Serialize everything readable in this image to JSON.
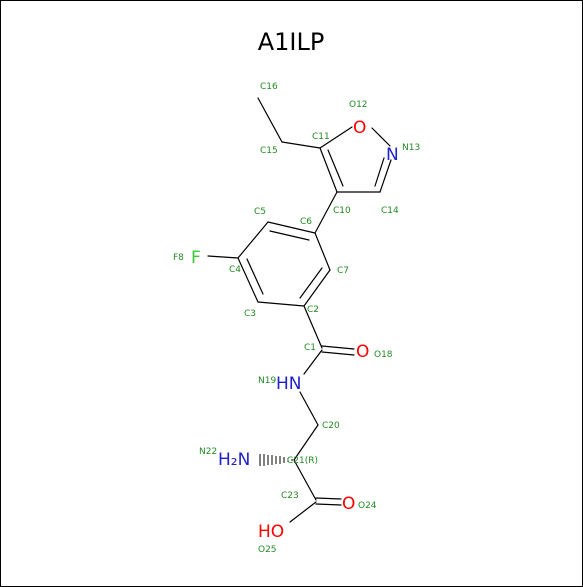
{
  "title": "A1ILP",
  "colors": {
    "carbon_label": "#228B22",
    "oxygen": "#FF0000",
    "nitrogen": "#2020CC",
    "fluorine": "#33CC33",
    "bond": "#000000"
  },
  "atoms": {
    "C1": "C1",
    "C2": "C2",
    "C3": "C3",
    "C4": "C4",
    "C5": "C5",
    "C6": "C6",
    "C7": "C7",
    "F8": "F8",
    "C10": "C10",
    "C11": "C11",
    "O12": "O12",
    "N13": "N13",
    "C14": "C14",
    "C15": "C15",
    "C16": "C16",
    "O18": "O18",
    "N19": "N19",
    "C20": "C20",
    "C21": "C21(R)",
    "N22": "N22",
    "C23": "C23",
    "O24": "O24",
    "O25": "O25"
  },
  "elements": {
    "F": "F",
    "O_ring": "O",
    "N_ring": "N",
    "O_amide": "O",
    "NH": "HN",
    "NH2": "H₂N",
    "O_acid": "O",
    "OH": "HO"
  }
}
